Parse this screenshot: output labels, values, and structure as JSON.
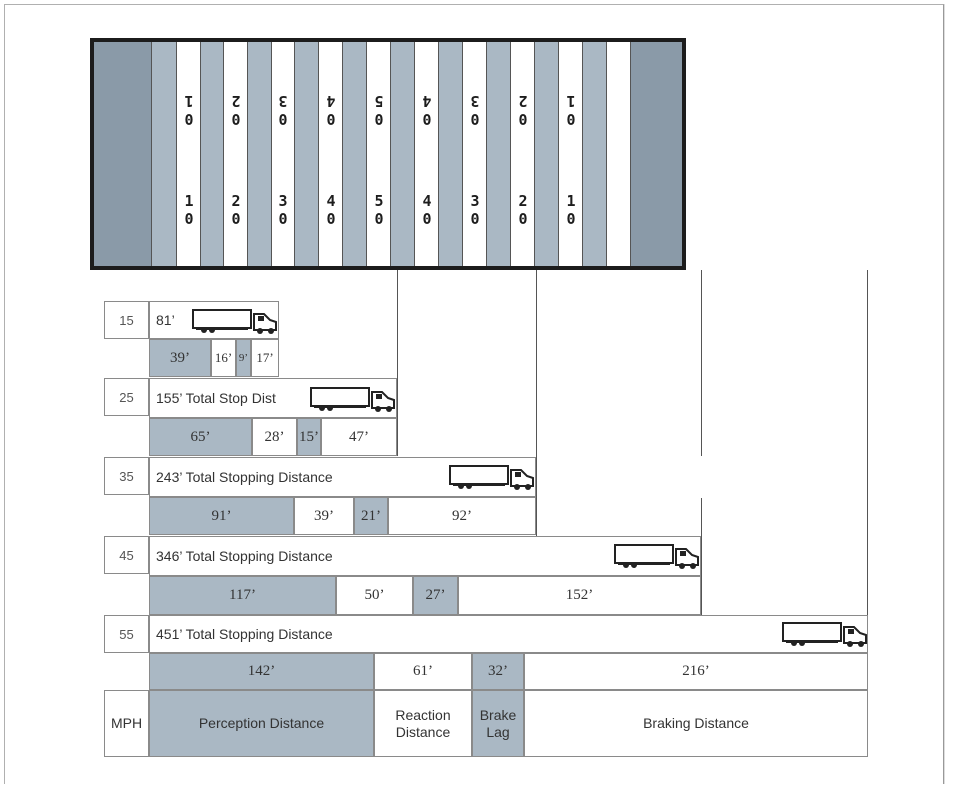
{
  "field": {
    "top_numbers": [
      "0 1",
      "0 2",
      "0 3",
      "0 4",
      "0 5",
      "0 4",
      "0 3",
      "0 2",
      "0 1"
    ],
    "bottom_numbers": [
      "1 0",
      "2 0",
      "3 0",
      "4 0",
      "5 0",
      "4 0",
      "3 0",
      "2 0",
      "1 0"
    ]
  },
  "rows": [
    {
      "mph": "15",
      "total": "81’",
      "segments": [
        "39’",
        "16’",
        "9’",
        "17’"
      ]
    },
    {
      "mph": "25",
      "total": "155’ Total Stop Dist",
      "segments": [
        "65’",
        "28’",
        "15’",
        "47’"
      ]
    },
    {
      "mph": "35",
      "total": "243’ Total Stopping Distance",
      "segments": [
        "91’",
        "39’",
        "21’",
        "92’"
      ]
    },
    {
      "mph": "45",
      "total": "346’ Total Stopping Distance",
      "segments": [
        "117’",
        "50’",
        "27’",
        "152’"
      ]
    },
    {
      "mph": "55",
      "total": "451’ Total Stopping Distance",
      "segments": [
        "142’",
        "61’",
        "32’",
        "216’"
      ]
    }
  ],
  "header": {
    "mph": "MPH",
    "perception": "Perception Distance",
    "reaction": "Reaction Distance",
    "brake_lag": "Brake Lag",
    "braking": "Braking Distance"
  },
  "colors": {
    "perception": "#aab8c4",
    "reaction": "#ffffff",
    "brake_lag": "#aab8c4",
    "braking": "#ffffff",
    "endzone": "#8a9aa8"
  },
  "icons": [
    "semi-truck-icon"
  ]
}
